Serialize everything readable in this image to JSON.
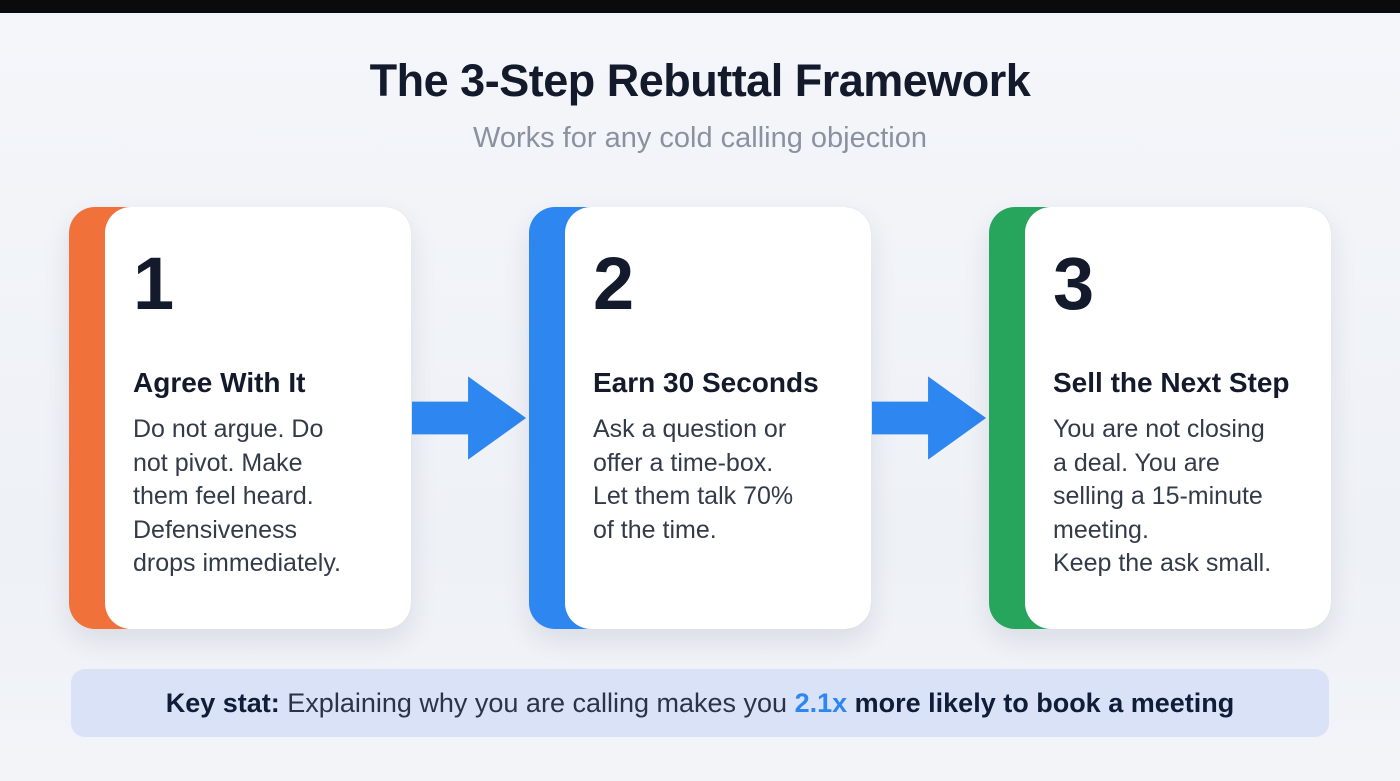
{
  "header": {
    "title": "The 3-Step Rebuttal Framework",
    "subtitle": "Works for any cold calling objection"
  },
  "steps": [
    {
      "number": "1",
      "heading": "Agree With It",
      "body": "Do not argue. Do\nnot pivot. Make\nthem feel heard.\nDefensiveness\ndrops immediately.",
      "accent": "#f0713a"
    },
    {
      "number": "2",
      "heading": "Earn 30 Seconds",
      "body": "Ask a question or\noffer a time-box.\nLet them talk 70%\nof the time.",
      "accent": "#2e86f0"
    },
    {
      "number": "3",
      "heading": "Sell the Next Step",
      "body": "You are not closing\na deal. You are\nselling a 15-minute\nmeeting.\nKeep the ask small.",
      "accent": "#27a55c"
    }
  ],
  "arrow_color": "#2e86f0",
  "key_stat": {
    "label": "Key stat:",
    "text": " Explaining why you are calling makes you ",
    "highlight": "2.1x",
    "highlight_color": "#2e86f0",
    "bold_text": " more likely to book a meeting"
  },
  "colors": {
    "background": "#eef1f6",
    "title": "#131a2b",
    "subtitle": "#8a92a1",
    "card_background": "#ffffff",
    "banner_background": "#d9e2f7"
  }
}
